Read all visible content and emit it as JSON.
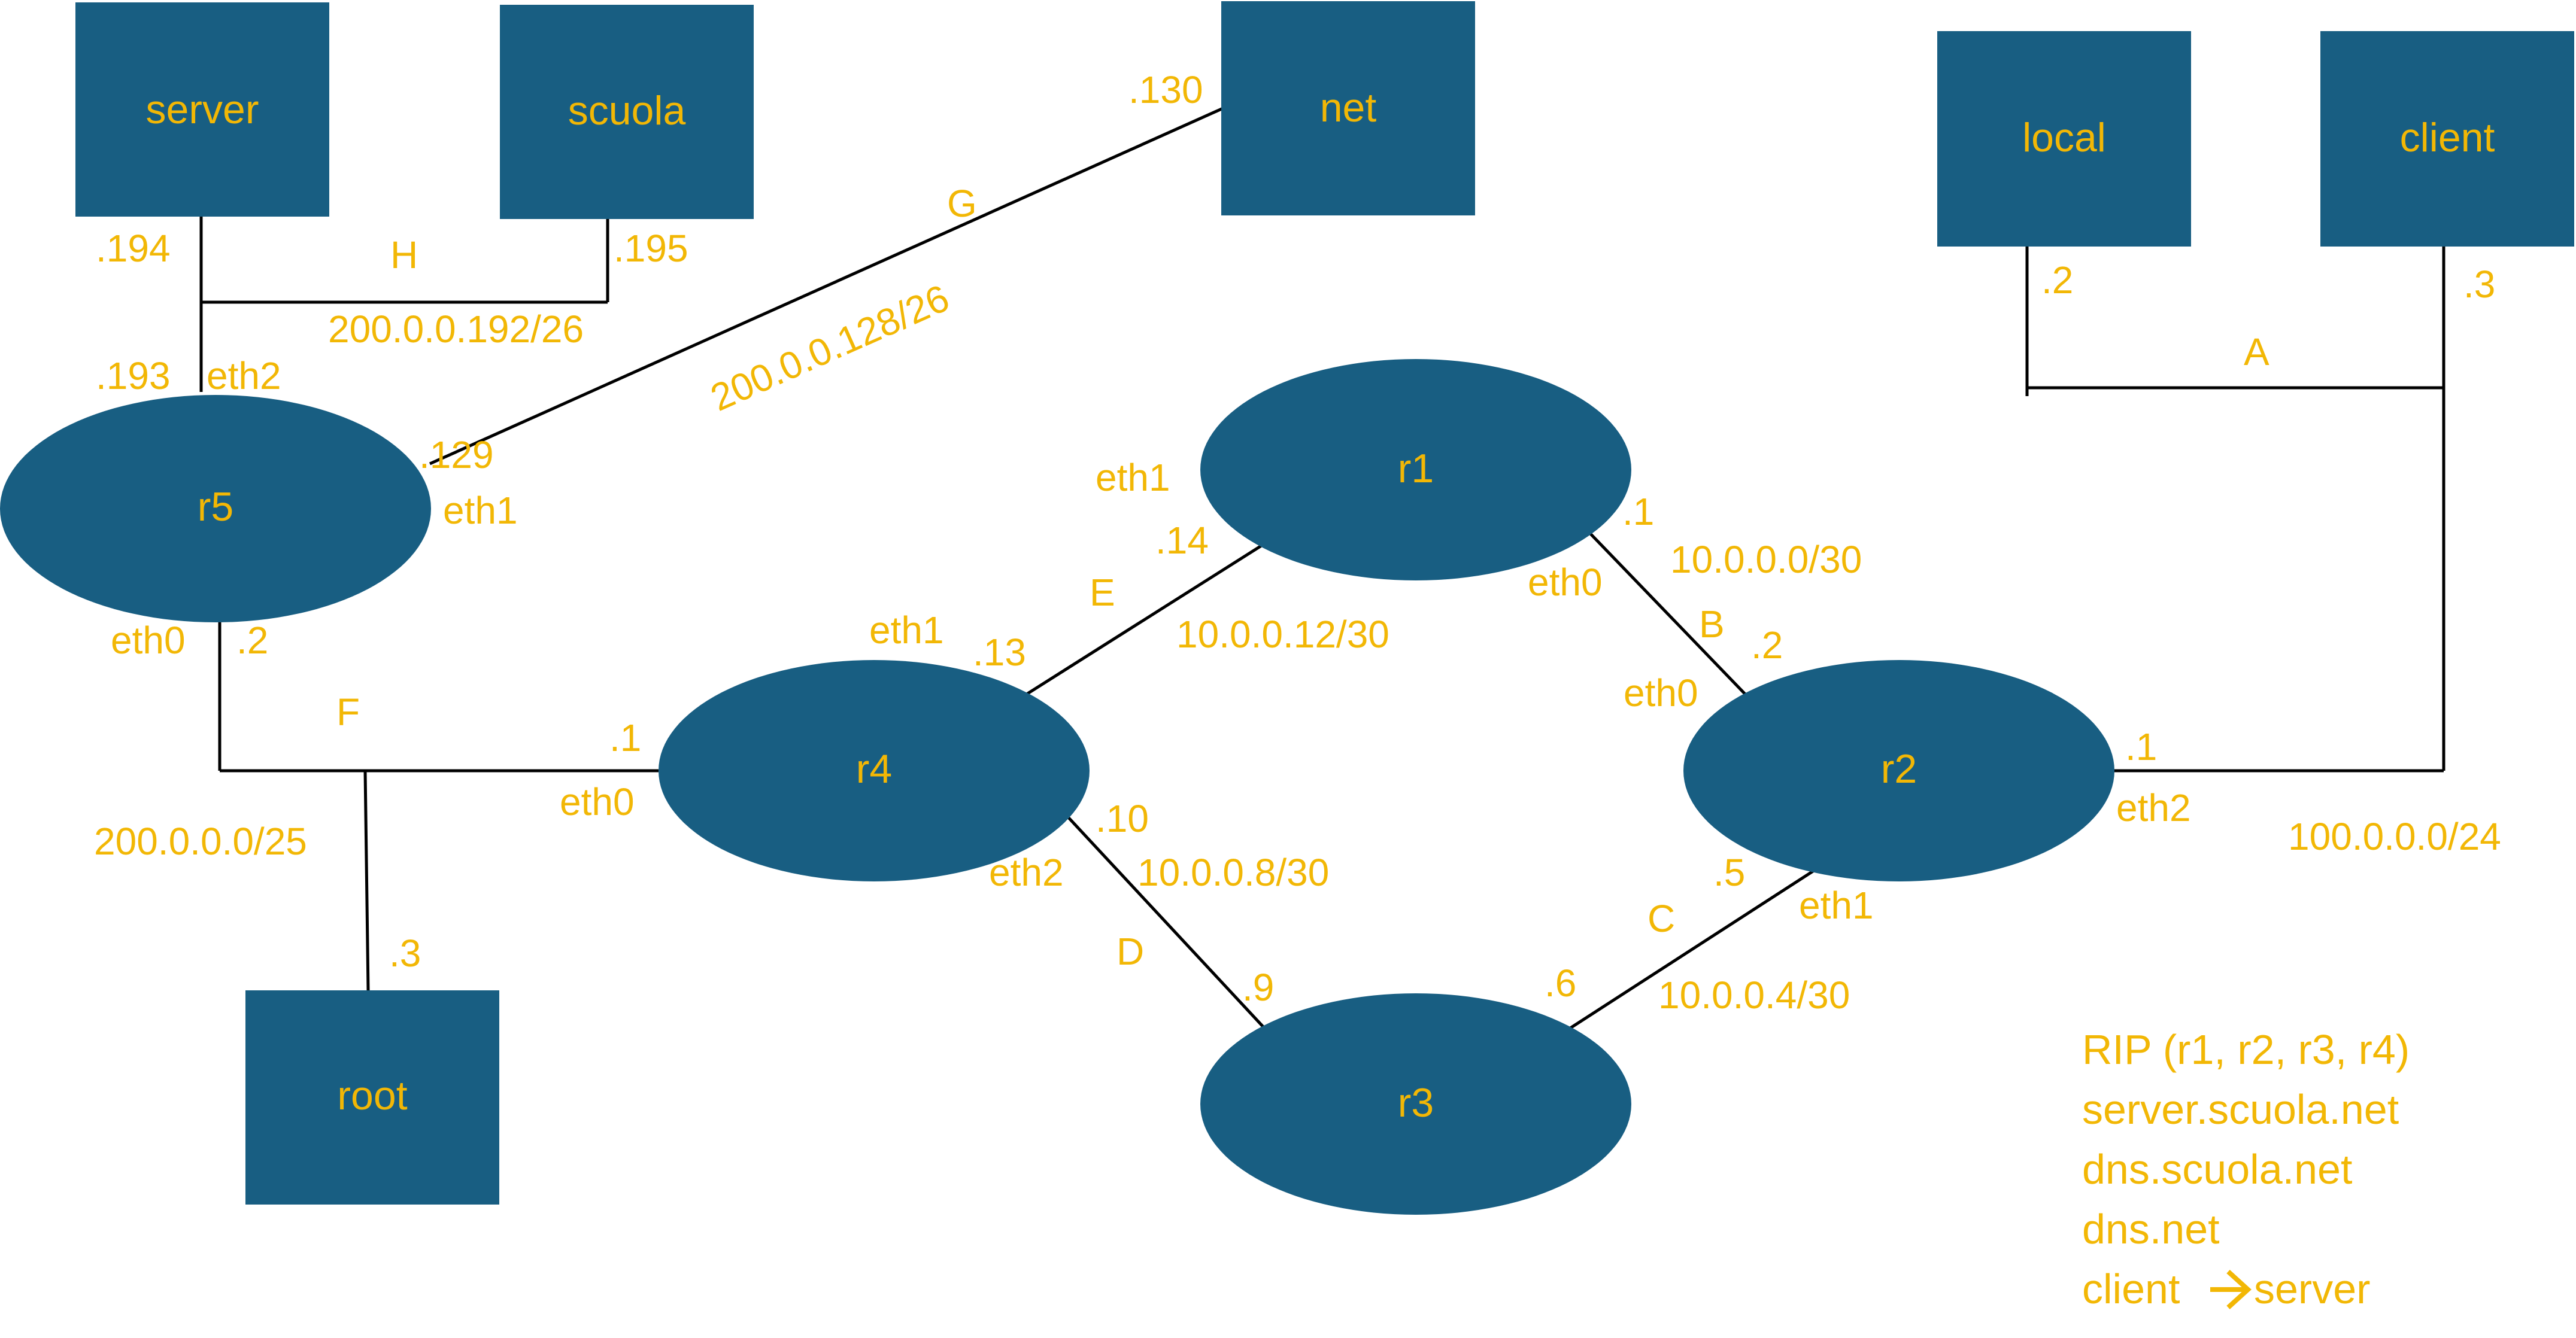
{
  "nodes": {
    "server": "server",
    "scuola": "scuola",
    "net": "net",
    "local": "local",
    "client": "client",
    "root": "root",
    "r1": "r1",
    "r2": "r2",
    "r3": "r3",
    "r4": "r4",
    "r5": "r5"
  },
  "segments": {
    "A": {
      "name": "A",
      "subnet": "100.0.0.0/24"
    },
    "B": {
      "name": "B",
      "subnet": "10.0.0.0/30"
    },
    "C": {
      "name": "C",
      "subnet": "10.0.0.4/30"
    },
    "D": {
      "name": "D",
      "subnet": "10.0.0.8/30"
    },
    "E": {
      "name": "E",
      "subnet": "10.0.0.12/30"
    },
    "F": {
      "name": "F",
      "subnet": "200.0.0.0/25"
    },
    "G": {
      "name": "G",
      "subnet": "200.0.0.128/26"
    },
    "H": {
      "name": "H",
      "subnet": "200.0.0.192/26"
    }
  },
  "addresses": {
    "server": ".194",
    "scuola": ".195",
    "net": ".130",
    "local": ".2",
    "client": ".3",
    "root": ".3",
    "r5_eth2": ".193",
    "r5_eth1": ".129",
    "r5_eth0": ".2",
    "r4_eth0": ".1",
    "r4_eth1": ".13",
    "r4_eth2": ".10",
    "r1_eth1": ".14",
    "r1_eth0": ".1",
    "r2_eth0": ".2",
    "r2_eth2": ".1",
    "r2_eth1": ".5",
    "r3_d": ".9",
    "r3_c": ".6"
  },
  "interfaces": {
    "r5_eth2": "eth2",
    "r5_eth1": "eth1",
    "r5_eth0": "eth0",
    "r4_eth0": "eth0",
    "r4_eth1": "eth1",
    "r4_eth2": "eth2",
    "r1_eth1": "eth1",
    "r1_eth0": "eth0",
    "r2_eth0": "eth0",
    "r2_eth2": "eth2",
    "r2_eth1": "eth1"
  },
  "notes": {
    "line1": "RIP (r1, r2, r3, r4)",
    "line2": "server.scuola.net",
    "line3": "dns.scuola.net",
    "line4": "dns.net",
    "line5_from": "client",
    "line5_to": "server"
  },
  "colors": {
    "node_fill": "#185E82",
    "label": "#F2B705",
    "link": "#000000"
  }
}
